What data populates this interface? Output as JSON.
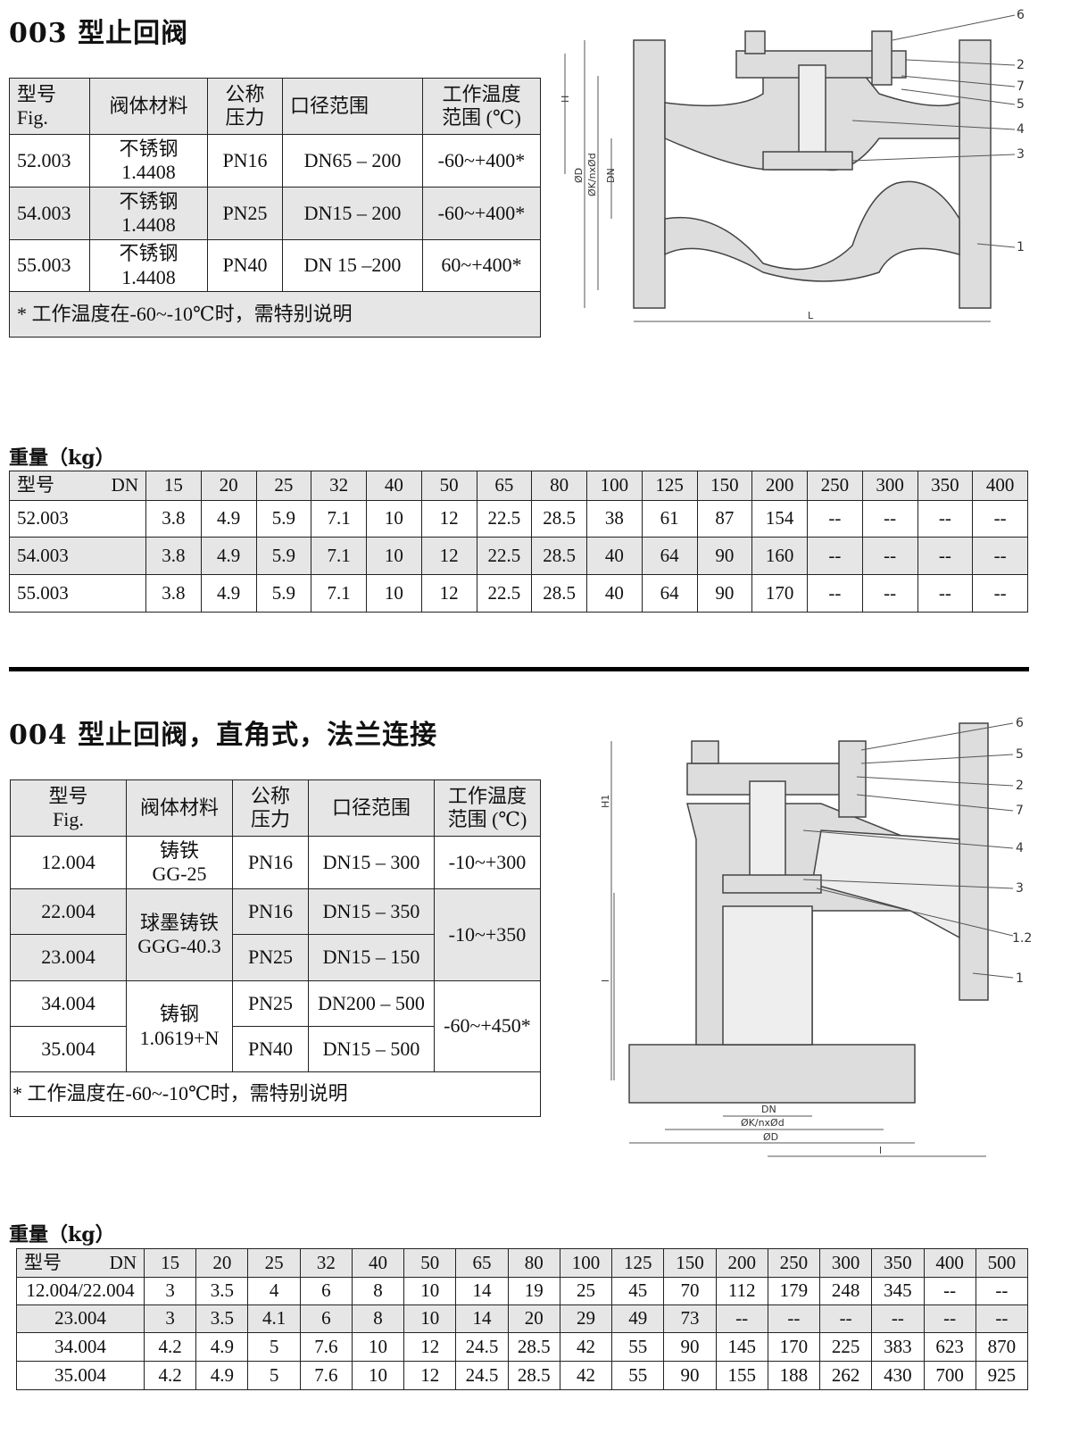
{
  "s1": {
    "title": "003 型止回阀",
    "headers": [
      "型号\nFig.",
      "阀体材料",
      "公称\n压力",
      "口径范围",
      "工作温度\n范围 (℃)"
    ],
    "h": {
      "fig1": "型号",
      "fig2": "Fig.",
      "mat": "阀体材料",
      "pn1": "公称",
      "pn2": "压力",
      "dn": "口径范围",
      "t1": "工作温度",
      "t2": "范围 (℃)"
    },
    "rows": [
      {
        "fig": "52.003",
        "mat1": "不锈钢",
        "mat2": "1.4408",
        "pn": "PN16",
        "dn": "DN65 – 200",
        "temp": "-60~+400*"
      },
      {
        "fig": "54.003",
        "mat1": "不锈钢",
        "mat2": "1.4408",
        "pn": "PN25",
        "dn": "DN15 – 200",
        "temp": "-60~+400*"
      },
      {
        "fig": "55.003",
        "mat1": "不锈钢",
        "mat2": "1.4408",
        "pn": "PN40",
        "dn": "DN 15 –200",
        "temp": "60~+400*"
      }
    ],
    "note": "*  工作温度在-60~-10℃时，需特别说明",
    "weight_title": "重量（kg）",
    "wh": {
      "model": "型号",
      "dn": "DN"
    },
    "dn": [
      "15",
      "20",
      "25",
      "32",
      "40",
      "50",
      "65",
      "80",
      "100",
      "125",
      "150",
      "200",
      "250",
      "300",
      "350",
      "400"
    ],
    "weights": [
      {
        "model": "52.003",
        "v": [
          "3.8",
          "4.9",
          "5.9",
          "7.1",
          "10",
          "12",
          "22.5",
          "28.5",
          "38",
          "61",
          "87",
          "154",
          "--",
          "--",
          "--",
          "--"
        ]
      },
      {
        "model": "54.003",
        "v": [
          "3.8",
          "4.9",
          "5.9",
          "7.1",
          "10",
          "12",
          "22.5",
          "28.5",
          "40",
          "64",
          "90",
          "160",
          "--",
          "--",
          "--",
          "--"
        ]
      },
      {
        "model": "55.003",
        "v": [
          "3.8",
          "4.9",
          "5.9",
          "7.1",
          "10",
          "12",
          "22.5",
          "28.5",
          "40",
          "64",
          "90",
          "170",
          "--",
          "--",
          "--",
          "--"
        ]
      }
    ],
    "drawing": {
      "parts": [
        "6",
        "2",
        "7",
        "5",
        "4",
        "3",
        "1"
      ],
      "dims": {
        "H": "H",
        "D": "ØD",
        "K": "ØK/nxØd",
        "DN": "DN",
        "L": "L"
      }
    }
  },
  "s2": {
    "title": "004 型止回阀，直角式，法兰连接",
    "h": {
      "fig1": "型号",
      "fig2": "Fig.",
      "mat": "阀体材料",
      "pn1": "公称",
      "pn2": "压力",
      "dn": "口径范围",
      "t1": "工作温度",
      "t2": "范围 (℃)"
    },
    "rows": [
      {
        "fig": "12.004",
        "pn": "PN16",
        "dn": "DN15 – 300"
      },
      {
        "fig": "22.004",
        "pn": "PN16",
        "dn": "DN15 – 350"
      },
      {
        "fig": "23.004",
        "pn": "PN25",
        "dn": "DN15 – 150"
      },
      {
        "fig": "34.004",
        "pn": "PN25",
        "dn": "DN200 – 500"
      },
      {
        "fig": "35.004",
        "pn": "PN40",
        "dn": "DN15 – 500"
      }
    ],
    "mats": [
      {
        "a": "铸铁",
        "b": "GG-25"
      },
      {
        "a": "球墨铸铁",
        "b": "GGG-40.3"
      },
      {
        "a": "铸钢",
        "b": "1.0619+N"
      }
    ],
    "temps": [
      "-10~+300",
      "-10~+350",
      "-60~+450*"
    ],
    "note": "*  工作温度在-60~-10℃时，需特别说明",
    "weight_title": "重量（kg）",
    "wh": {
      "model": "型号",
      "dn": "DN"
    },
    "dn": [
      "15",
      "20",
      "25",
      "32",
      "40",
      "50",
      "65",
      "80",
      "100",
      "125",
      "150",
      "200",
      "250",
      "300",
      "350",
      "400",
      "500"
    ],
    "weights": [
      {
        "model": "12.004/22.004",
        "v": [
          "3",
          "3.5",
          "4",
          "6",
          "8",
          "10",
          "14",
          "19",
          "25",
          "45",
          "70",
          "112",
          "179",
          "248",
          "345",
          "--",
          "--"
        ]
      },
      {
        "model": "23.004",
        "v": [
          "3",
          "3.5",
          "4.1",
          "6",
          "8",
          "10",
          "14",
          "20",
          "29",
          "49",
          "73",
          "--",
          "--",
          "--",
          "--",
          "--",
          "--"
        ]
      },
      {
        "model": "34.004",
        "v": [
          "4.2",
          "4.9",
          "5",
          "7.6",
          "10",
          "12",
          "24.5",
          "28.5",
          "42",
          "55",
          "90",
          "145",
          "170",
          "225",
          "383",
          "623",
          "870"
        ]
      },
      {
        "model": "35.004",
        "v": [
          "4.2",
          "4.9",
          "5",
          "7.6",
          "10",
          "12",
          "24.5",
          "28.5",
          "42",
          "55",
          "90",
          "155",
          "188",
          "262",
          "430",
          "700",
          "925"
        ]
      }
    ],
    "drawing": {
      "parts": [
        "6",
        "5",
        "2",
        "7",
        "4",
        "3",
        "1.2",
        "1"
      ],
      "dims": {
        "H1": "H1",
        "l1": "l",
        "DN": "DN",
        "K": "ØK/nxØd",
        "D": "ØD",
        "l2": "l"
      }
    }
  }
}
